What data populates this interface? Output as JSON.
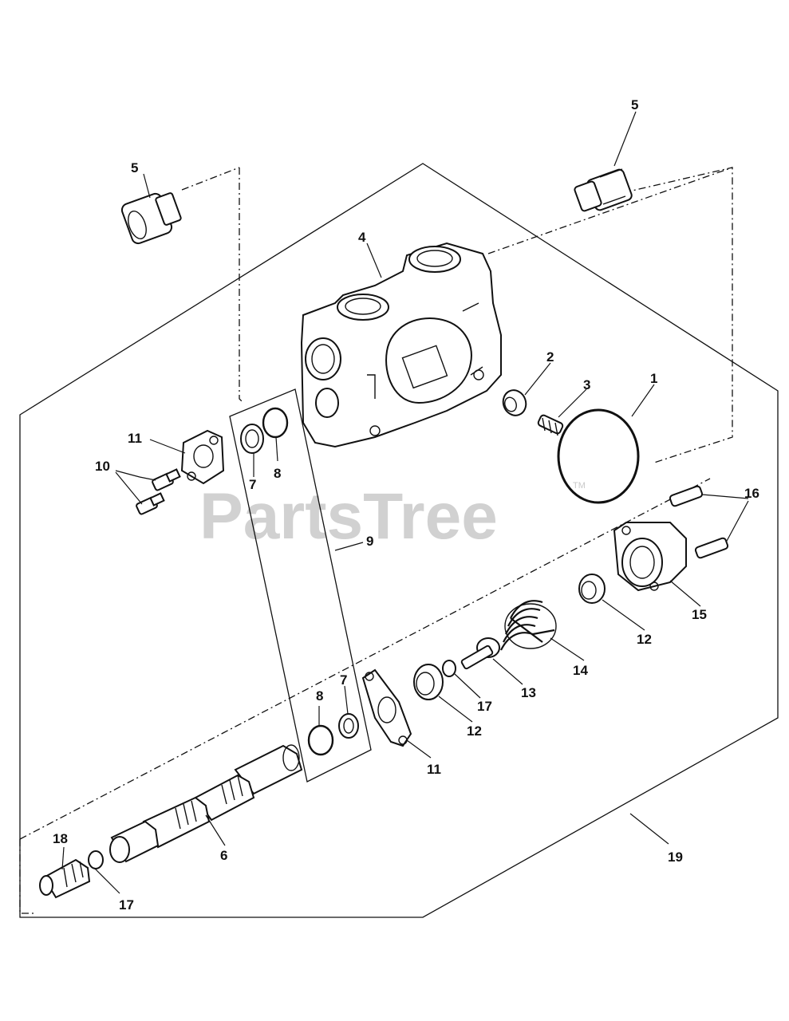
{
  "watermark": {
    "text": "PartsTree",
    "tm": "TM"
  },
  "callouts": {
    "c5a": "5",
    "c5b": "5",
    "c4": "4",
    "c2": "2",
    "c3": "3",
    "c1": "1",
    "c11a": "11",
    "c10": "10",
    "c7a": "7",
    "c8a": "8",
    "c9": "9",
    "c16": "16",
    "c15": "15",
    "c12a": "12",
    "c14": "14",
    "c13": "13",
    "c17a": "17",
    "c12b": "12",
    "c7b": "7",
    "c8b": "8",
    "c11b": "11",
    "c18": "18",
    "c6": "6",
    "c17b": "17",
    "c19": "19"
  }
}
